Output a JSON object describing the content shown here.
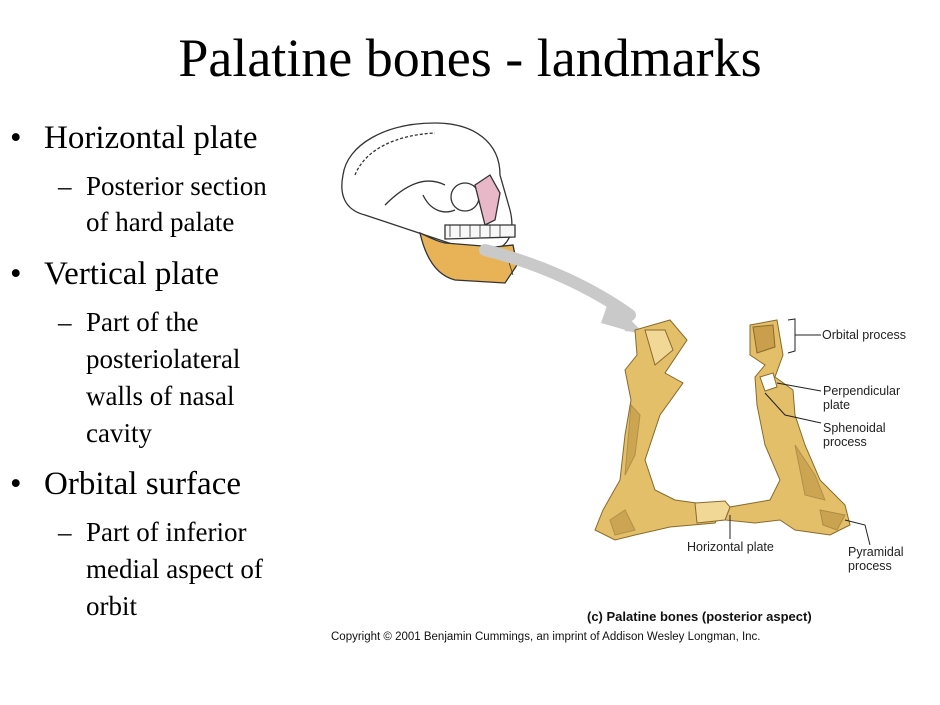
{
  "slide": {
    "title": "Palatine bones - landmarks",
    "bullets": [
      {
        "text": "Horizontal plate",
        "sub_lines": [
          "Posterior section",
          "of hard palate"
        ]
      },
      {
        "text": "Vertical plate",
        "sub_lines": [
          "Part of the",
          "posteriolateral",
          "walls of nasal",
          "cavity"
        ]
      },
      {
        "text": "Orbital surface",
        "sub_lines": [
          "Part of inferior",
          "medial aspect of",
          "orbit"
        ]
      }
    ]
  },
  "figure": {
    "labels": {
      "orbital_process": "Orbital process",
      "perpendicular_plate": [
        "Perpendicular",
        "plate"
      ],
      "sphenoidal_process": [
        "Sphenoidal",
        "process"
      ],
      "horizontal_plate": "Horizontal plate",
      "pyramidal_process": [
        "Pyramidal",
        "process"
      ]
    },
    "caption": "(c) Palatine bones (posterior aspect)",
    "copyright": "Copyright © 2001 Benjamin Cummings, an imprint of Addison Wesley Longman, Inc.",
    "colors": {
      "bone": "#e3bf6a",
      "bone_dark": "#b8913e",
      "mandible": "#e8b357",
      "palatine_highlight": "#e9b8c8",
      "arrow": "#c9c9c9"
    }
  }
}
